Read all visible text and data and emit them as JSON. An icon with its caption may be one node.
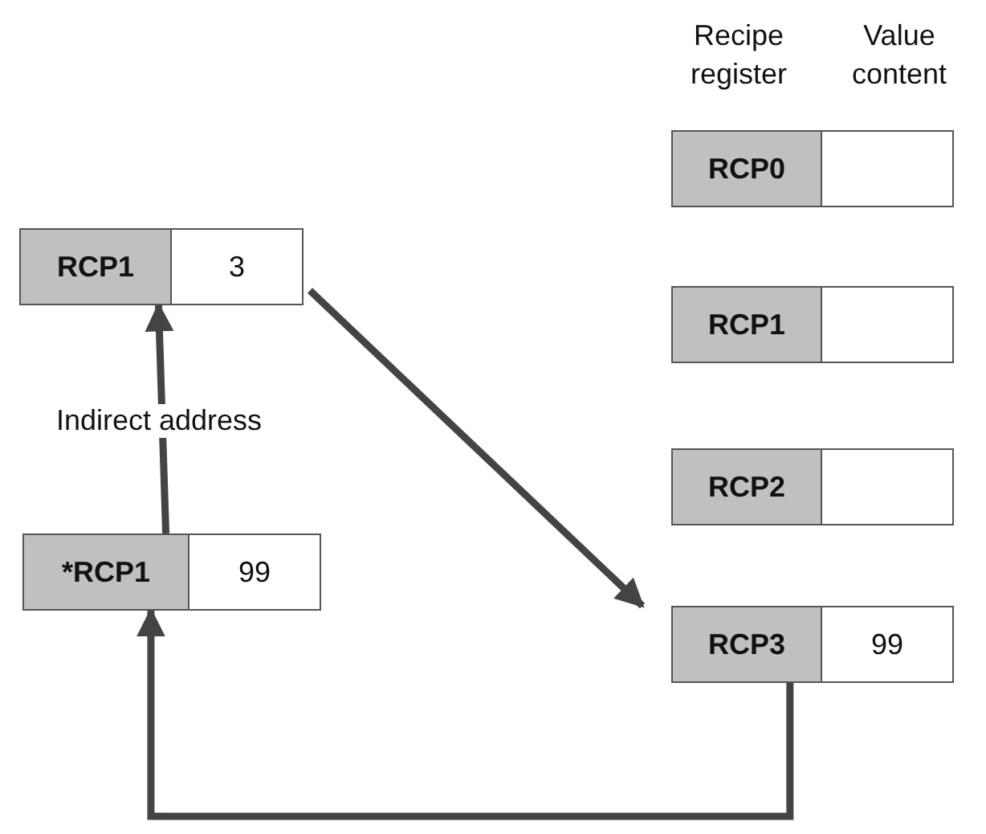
{
  "diagram": {
    "nodes": [
      {
        "text": [
          "RCP0"
        ]
      },
      {
        "text": [
          "RCP1",
          "3"
        ]
      },
      {
        "text": [
          "RCP1"
        ]
      },
      {
        "text": [
          "RCP2"
        ]
      },
      {
        "text": [
          "*RCP1",
          "99"
        ]
      },
      {
        "text": [
          "RCP3",
          "99"
        ]
      }
    ],
    "edges": [
      {
        "from": 4,
        "to": 1,
        "arrow": "to",
        "label": "Indirect address"
      },
      {
        "from": 1,
        "to": 5,
        "arrow": "to"
      },
      {
        "from": 5,
        "to": 4,
        "arrow": "to"
      }
    ],
    "labels": [
      "Recipe register",
      "Value content"
    ]
  }
}
